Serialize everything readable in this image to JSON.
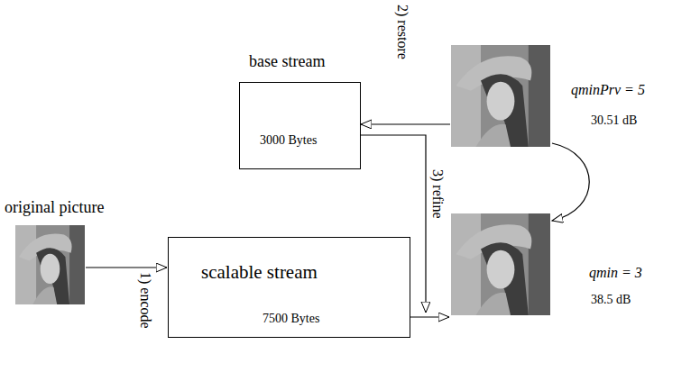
{
  "diagram": {
    "nodes": [
      {
        "text": [
          "original picture"
        ]
      },
      {
        "text": [
          "scalable stream",
          "7500 Bytes"
        ]
      },
      {
        "text": [
          "base stream",
          "3000 Bytes"
        ]
      },
      {
        "text": [
          "qminPrv = 5",
          "30.51 dB"
        ]
      },
      {
        "text": [
          "qmin = 3",
          "38.5 dB"
        ]
      }
    ],
    "edges": [
      {
        "from": 0,
        "to": 1,
        "arrow": "to",
        "label": "1) encode"
      },
      {
        "from": 1,
        "to": 4,
        "arrow": "to"
      },
      {
        "from": 3,
        "to": 2,
        "arrow": "to",
        "label": "2) restore"
      },
      {
        "from": 2,
        "to": 4,
        "arrow": "to",
        "label": "3) refine"
      },
      {
        "from": 3,
        "to": 4,
        "arrow": "to"
      }
    ]
  }
}
